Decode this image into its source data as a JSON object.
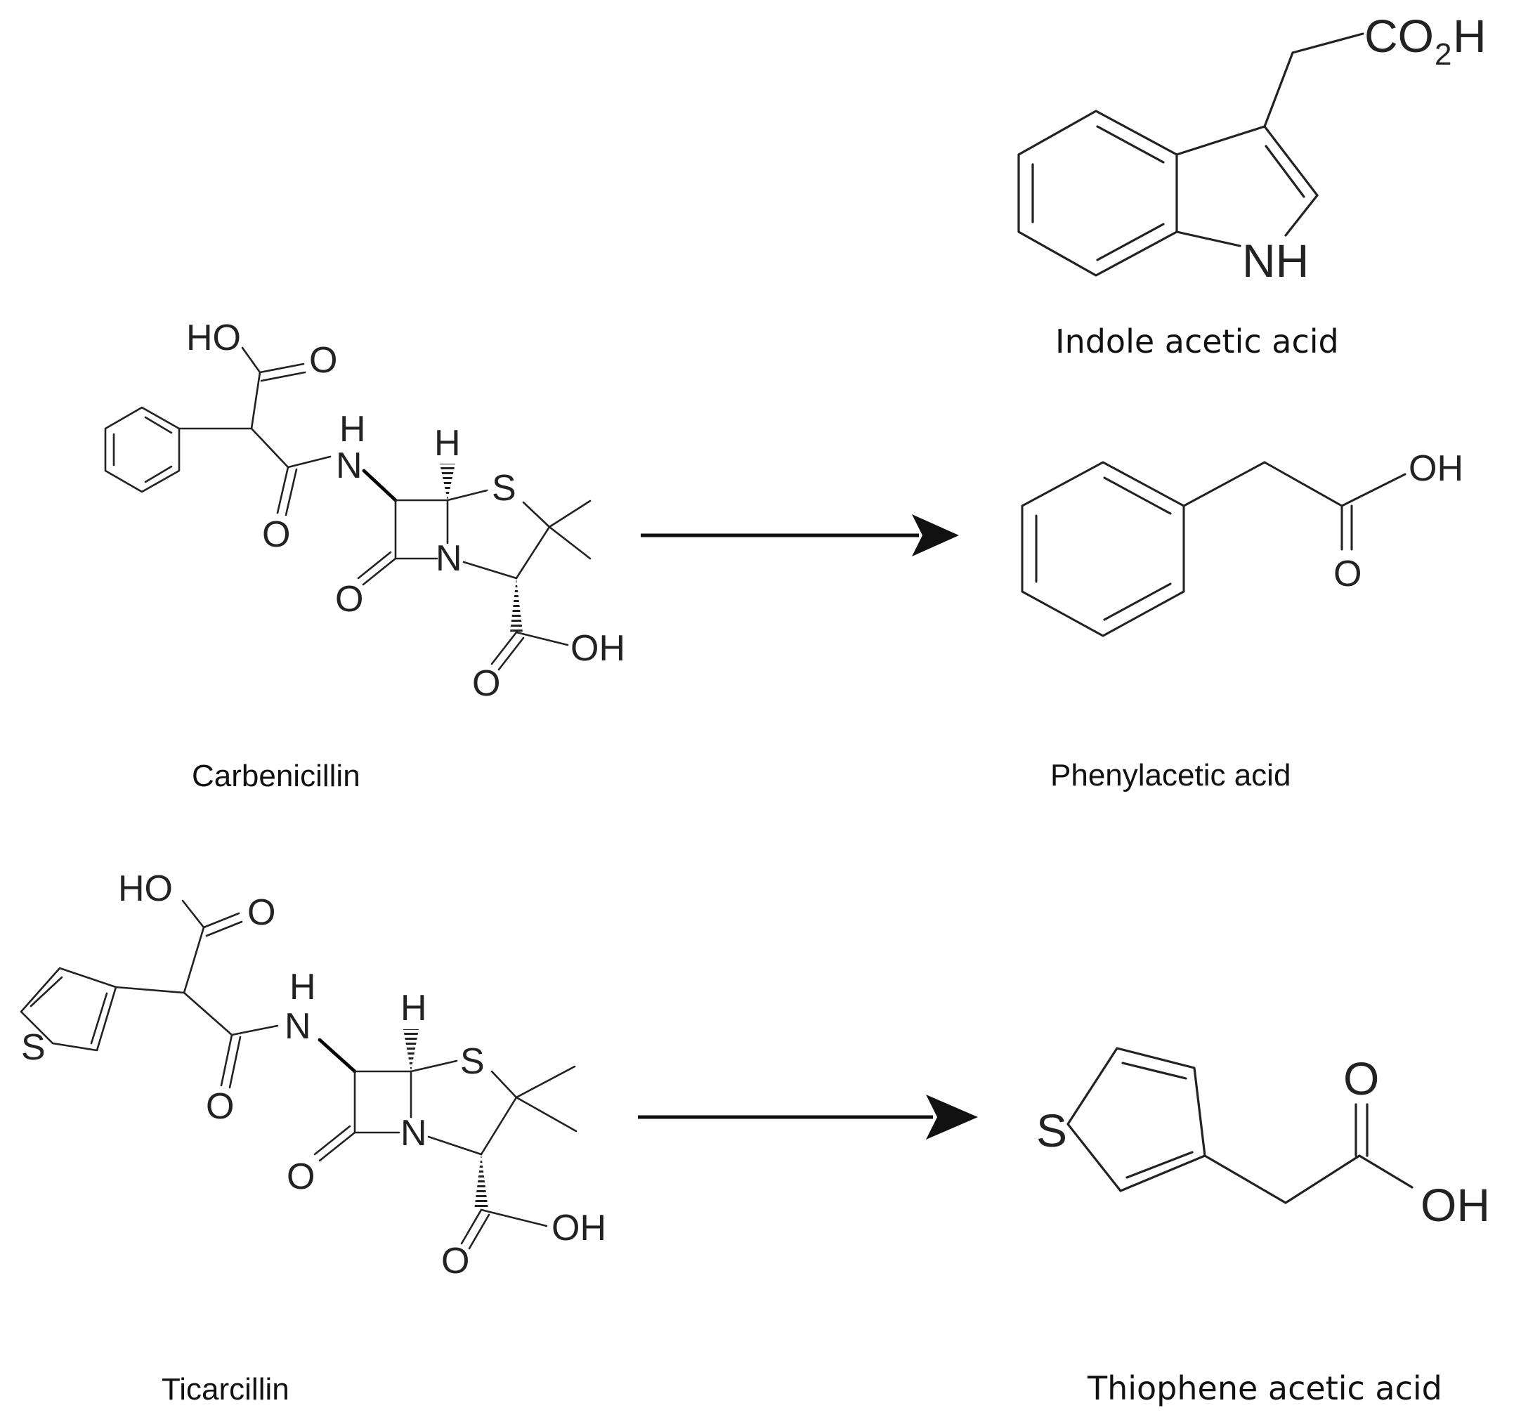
{
  "compounds": {
    "carbenicillin": {
      "name": "Carbenicillin"
    },
    "ticarcillin": {
      "name": "Ticarcillin"
    },
    "indole_acetic_acid": {
      "name": "Indole acetic acid"
    },
    "phenylacetic_acid": {
      "name": "Phenylacetic acid"
    },
    "thiophene_acetic_acid": {
      "name": "Thiophene acetic acid"
    }
  },
  "atoms": {
    "carb": {
      "ho": "HO",
      "o_acid": "O",
      "h_nh": "H",
      "n_amide": "N",
      "o_amide": "O",
      "h_stereo": "H",
      "s_ring": "S",
      "n_ring": "N",
      "o_lactam": "O",
      "o_cooh": "O",
      "oh_cooh": "OH"
    },
    "tic": {
      "ho": "HO",
      "o_acid": "O",
      "s_thio": "S",
      "h_nh": "H",
      "n_amide": "N",
      "o_amide": "O",
      "h_stereo": "H",
      "s_ring": "S",
      "n_ring": "N",
      "o_lactam": "O",
      "o_cooh": "O",
      "oh_cooh": "OH"
    },
    "iaa": {
      "co": "CO",
      "sub2": "2",
      "h": "H",
      "nh": "NH"
    },
    "paa": {
      "oh": "OH",
      "o": "O"
    },
    "taa": {
      "s": "S",
      "o": "O",
      "oh": "OH"
    }
  },
  "colors": {
    "ink": "#222222",
    "arrow": "#111111",
    "background": "#ffffff"
  }
}
